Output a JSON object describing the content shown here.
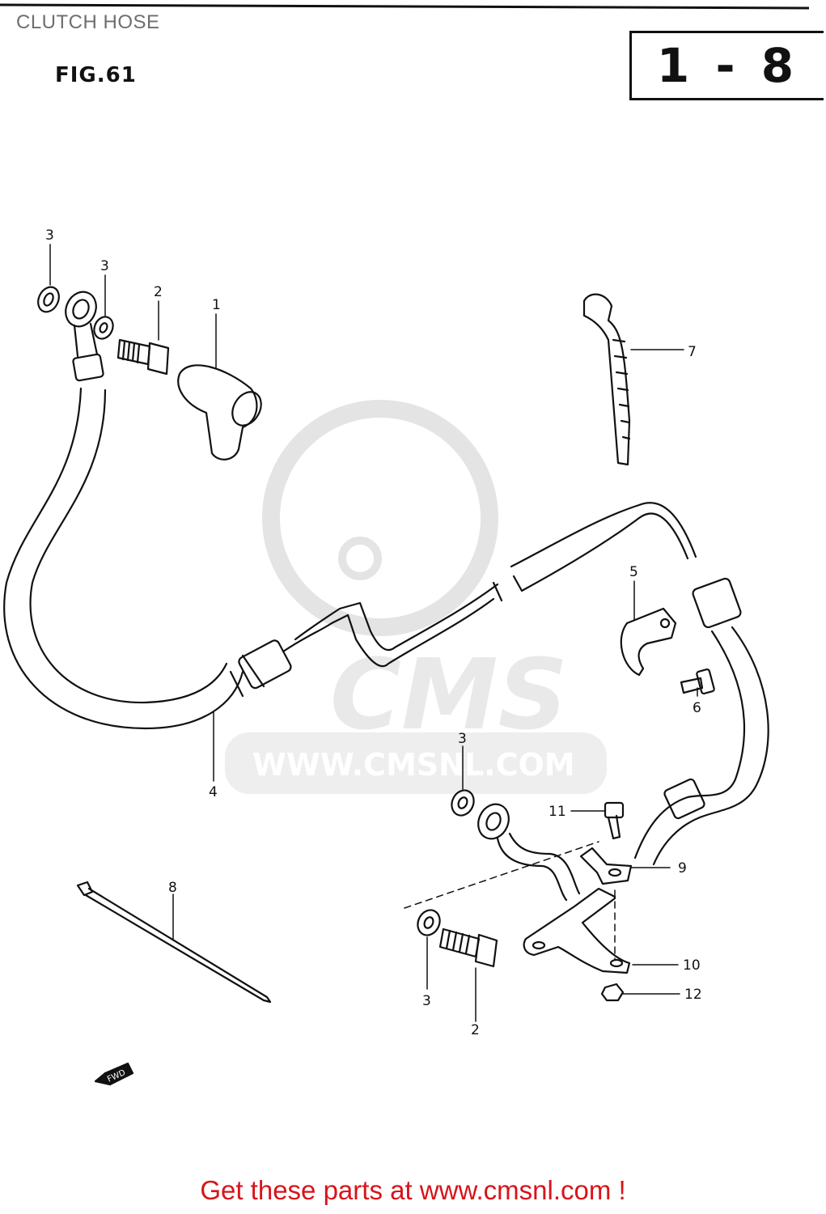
{
  "header": {
    "title": "CLUTCH HOSE"
  },
  "figure": {
    "label": "FIG.61",
    "page_ref": "1 - 8"
  },
  "watermark": {
    "logo_text": "CMS",
    "url_text": "WWW.CMSNL.COM"
  },
  "callouts": {
    "c3a": "3",
    "c3b": "3",
    "c2a": "2",
    "c1": "1",
    "c7": "7",
    "c5": "5",
    "c6": "6",
    "c4": "4",
    "c3c": "3",
    "c11": "11",
    "c9": "9",
    "c8": "8",
    "c3d": "3",
    "c2b": "2",
    "c10": "10",
    "c12": "12"
  },
  "direction": {
    "label": "FWD"
  },
  "footer": {
    "cta": "Get these parts at www.cmsnl.com !"
  },
  "colors": {
    "cta": "#d8141b",
    "line": "#111111",
    "watermark": "#e9e9e9"
  }
}
